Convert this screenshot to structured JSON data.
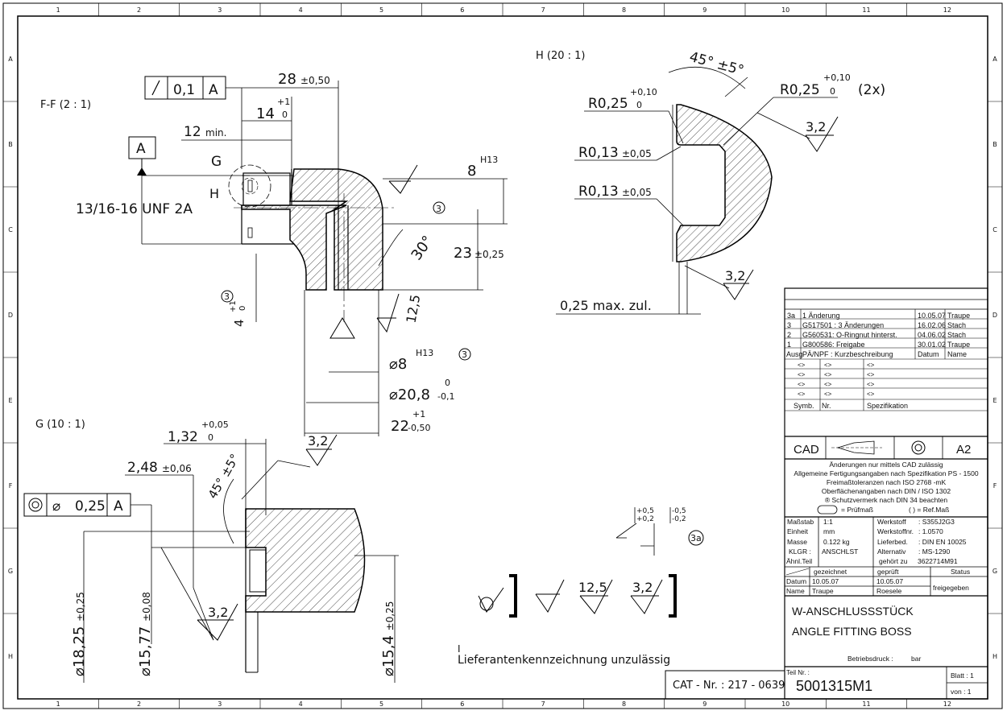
{
  "grid": {
    "columns": [
      "1",
      "2",
      "3",
      "4",
      "5",
      "6",
      "7",
      "8",
      "9",
      "10",
      "11",
      "12"
    ],
    "rows": [
      "A",
      "B",
      "C",
      "D",
      "E",
      "F",
      "G",
      "H"
    ]
  },
  "views": {
    "section_ff": "F-F (2 : 1)",
    "detail_h": "H  (20 : 1)",
    "detail_g": "G (10 : 1)"
  },
  "section_ff": {
    "fcf_runout": {
      "symbol": "runout-arrow",
      "tol": "0,1",
      "datum": "A"
    },
    "datum_label": "A",
    "label_g": "G",
    "label_h": "H",
    "thread": "13/16-16 UNF 2A",
    "dim_28": "28",
    "dim_28_tol": "±0,50",
    "dim_14": "14",
    "dim_14_up": "+1",
    "dim_14_lo": "0",
    "dim_12": "12",
    "dim_12_note": "min.",
    "dim_8": "8",
    "dim_8_fit": "H13",
    "dim_23": "23",
    "dim_23_tol": "±0,25",
    "angle_30": "30°",
    "note_3": "3",
    "dim_4": "4",
    "dim_4_up": "+1",
    "dim_4_lo": "0",
    "rough_12_5": "12,5",
    "dia_8": "8",
    "dia_8_fit": "H13",
    "dia_20_8": "20,8",
    "dia_20_8_up": "0",
    "dia_20_8_lo": "-0,1",
    "dim_22": "22",
    "dim_22_up": "+1",
    "dim_22_lo": "-0,50"
  },
  "detail_h": {
    "angle": "45° ±5°",
    "r025_left": "R0,25",
    "r025_left_up": "+0,10",
    "r025_left_lo": "0",
    "r025_right": "R0,25",
    "r025_right_up": "+0,10",
    "r025_right_lo": "0",
    "r025_right_count": "(2x)",
    "rough_a": "3,2",
    "r013_a": "R0,13",
    "r013_a_tol": "±0,05",
    "r013_b": "R0,13",
    "r013_b_tol": "±0,05",
    "rough_b": "3,2",
    "max_note": "0,25 max. zul."
  },
  "detail_g": {
    "dim_132": "1,32",
    "dim_132_up": "+0,05",
    "dim_132_lo": "0",
    "rough_a": "3,2",
    "dim_248": "2,48",
    "dim_248_tol": "±0,06",
    "angle": "45° ±5°",
    "fcf": {
      "symbol": "concentricity",
      "dia": "⌀",
      "tol": "0,25",
      "datum": "A"
    },
    "dia_1825": "⌀18,25",
    "dia_1825_tol": "±0,25",
    "dia_1577": "⌀15,77",
    "dia_1577_tol": "±0,08",
    "rough_b": "3,2",
    "dia_154": "⌀15,4",
    "dia_154_tol": "±0,25"
  },
  "tolerance_legend": {
    "plus_a": "+0,5",
    "plus_b": "+0,2",
    "minus_a": "-0,5",
    "minus_b": "-0,2",
    "note": "3a"
  },
  "surface_symbols": {
    "r1": "12,5",
    "r2": "3,2"
  },
  "footer": {
    "supplier_mark": "I",
    "supplier_note": "Lieferantenkennzeichnung unzulässig",
    "cat_no": "CAT - Nr. : 217 - 0639"
  },
  "title_block": {
    "revisions": [
      {
        "id": "3a",
        "text": "1 Änderung",
        "date": "10.05.07",
        "name": "Traupe"
      },
      {
        "id": "3",
        "text": "G517501 : 3 Änderungen",
        "date": "16.02.06",
        "name": "Stach"
      },
      {
        "id": "2",
        "text": "G560531: O-Ringnut hinterst.",
        "date": "04.06.02",
        "name": "Stach"
      },
      {
        "id": "1",
        "text": "G800586: Freigabe",
        "date": "30.01.02",
        "name": "Traupe"
      }
    ],
    "rev_header": {
      "id": "Ausg",
      "text": "PÄ/NPF : Kurzbeschreibung",
      "date": "Datum",
      "name": "Name"
    },
    "spec_rows": [
      [
        "<>",
        "<>",
        "<>"
      ],
      [
        "<>",
        "<>",
        "<>"
      ],
      [
        "<>",
        "<>",
        "<>"
      ],
      [
        "<>",
        "<>",
        "<>"
      ]
    ],
    "spec_header": {
      "symb": "Symb.",
      "nr": "Nr.",
      "spec": "Spezifikation"
    },
    "cad": "CAD",
    "format": "A2",
    "notes": [
      "Änderungen nur mittels CAD zulässig",
      "Allgemeine Fertigungsangaben nach Spezifikation PS - 1500",
      "Freimaßtoleranzen nach ISO 2768 -mK",
      "Oberflächenangaben nach DIN / ISO 1302",
      "® Schutzvermerk nach DIN 34 beachten"
    ],
    "pruefmass": "= Prüfmaß",
    "refmass": "(     ) = Ref.Maß",
    "props": [
      {
        "k": "Maßstab",
        "v": "1:1",
        "k2": "Werkstoff",
        "v2": ": S355J2G3"
      },
      {
        "k": "Einheit",
        "v": "mm",
        "k2": "Werkstoffnr.",
        "v2": ": 1.0570"
      },
      {
        "k": "Masse",
        "v": "0.122    kg",
        "k2": "Lieferbed.",
        "v2": ": DIN EN 10025"
      },
      {
        "k": "KLGR :",
        "v": "ANSCHLST",
        "k2": "Alternativ",
        "v2": ": MS-1290"
      }
    ],
    "aehnl": "Ähnl.Teil",
    "gehoert_zu": "gehört zu",
    "gehoert_val": "3622714M91",
    "gezeichnet": "gezeichnet",
    "geprueft": "geprüft",
    "status": "Status",
    "datum": "Datum",
    "datum_draw": "10.05.07",
    "datum_check": "10.05.07",
    "name": "Name",
    "name_draw": "Traupe",
    "name_check": "Roesele",
    "freigegeben": "freigegeben",
    "title_de": "W-ANSCHLUSSSTÜCK",
    "title_en": "ANGLE FITTING BOSS",
    "betriebsdruck": "Betriebsdruck :",
    "bar": "bar",
    "teil_nr_label": "Teil Nr. :",
    "part_no": "5001315M1",
    "blatt": "Blatt :  1",
    "von": "von :  1"
  }
}
